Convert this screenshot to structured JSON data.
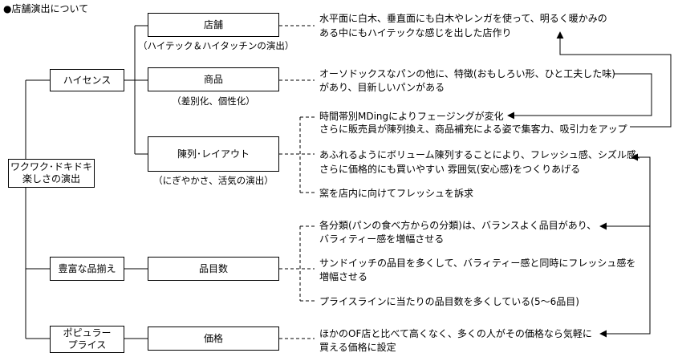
{
  "title": "●店舗演出について",
  "root": {
    "line1": "ワクワク･ドキドキ",
    "line2": "楽しさの演出"
  },
  "level1": {
    "hisense": "ハイセンス",
    "variety": "豊富な品揃え",
    "popular": {
      "line1": "ポピュラー",
      "line2": "プライス"
    }
  },
  "level2": {
    "store": {
      "label": "店舗",
      "sub": "（ハイテック＆ハイタッチンの演出）"
    },
    "product": {
      "label": "商品",
      "sub": "（差別化、個性化）"
    },
    "display": {
      "label": "陳列･レイアウト",
      "sub": "（にぎやかさ、活気の演出）"
    },
    "items": {
      "label": "品目数"
    },
    "price": {
      "label": "価格"
    }
  },
  "notes": {
    "store": {
      "line1": "水平面に白木、垂直面にも白木やレンガを使って、明るく暖かみの",
      "line2": "ある中にもハイテックな感じを出した店作り"
    },
    "product": {
      "line1": "オーソドックスなパンの他に、特徴(おもしろい形、ひと工夫した味)",
      "line2": "があり、目新しいパンがある"
    },
    "timeslot": {
      "line1": "時間帯別MDingによりフェージングが変化",
      "line2": "さらに販売員が陳列換え、商品補充による姿で集客力、吸引力をアップ"
    },
    "volume": {
      "line1": "あふれるようにボリューム陳列することにより、フレッシュ感、シズル感、",
      "line2": "さらに価格的にも買いやすい 雰囲気(安心感)をつくりあげる"
    },
    "kiln": {
      "line1": "窯を店内に向けてフレッシュを訴求"
    },
    "category": {
      "line1": "各分類(パンの食べ方からの分類)は、バランスよく品目があり、",
      "line2": "バラィティー感を増幅させる"
    },
    "sandwich": {
      "line1": "サンドイッチの品目を多くして、バラィティー感と同時にフレッシュ感を",
      "line2": "増幅させる"
    },
    "priceline": {
      "line1": "プライスラインに当たりの品目数を多くしている(5～6品目)"
    },
    "pricing": {
      "line1": "ほかのOF店と比べて高くなく、多くの人がその価格なら気軽に",
      "line2": "買える価格に設定"
    }
  },
  "colors": {
    "line": "#000000",
    "background": "#ffffff"
  }
}
